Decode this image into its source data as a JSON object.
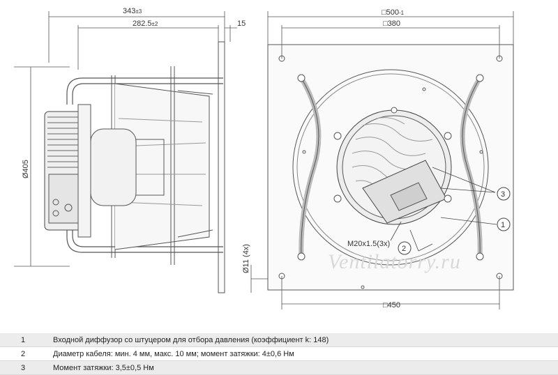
{
  "dimensions": {
    "overall_depth": "343",
    "overall_depth_tol": "±3",
    "inlet_depth": "282.5",
    "inlet_depth_tol": "±2",
    "plate_thickness": "15",
    "diameter": "Ø405",
    "hole": "Ø11 (4x)",
    "plate_outer": "500",
    "plate_outer_tol": "-1",
    "hole_pitch_top": "380",
    "hole_pitch_bottom": "450",
    "cable_gland": "M20x1.5(3x)"
  },
  "callouts": [
    "1",
    "2",
    "3"
  ],
  "watermark": "Ventilatorry.ru",
  "legend": [
    {
      "num": "1",
      "text": "Входной диффузор со штуцером для отбора давления (коэффициент k: 148)"
    },
    {
      "num": "2",
      "text": "Диаметр кабеля: мин. 4 мм, макс. 10 мм; момент затяжки: 4±0,6 Нм"
    },
    {
      "num": "3",
      "text": "Момент затяжки: 3,5±0,5 Нм"
    }
  ]
}
